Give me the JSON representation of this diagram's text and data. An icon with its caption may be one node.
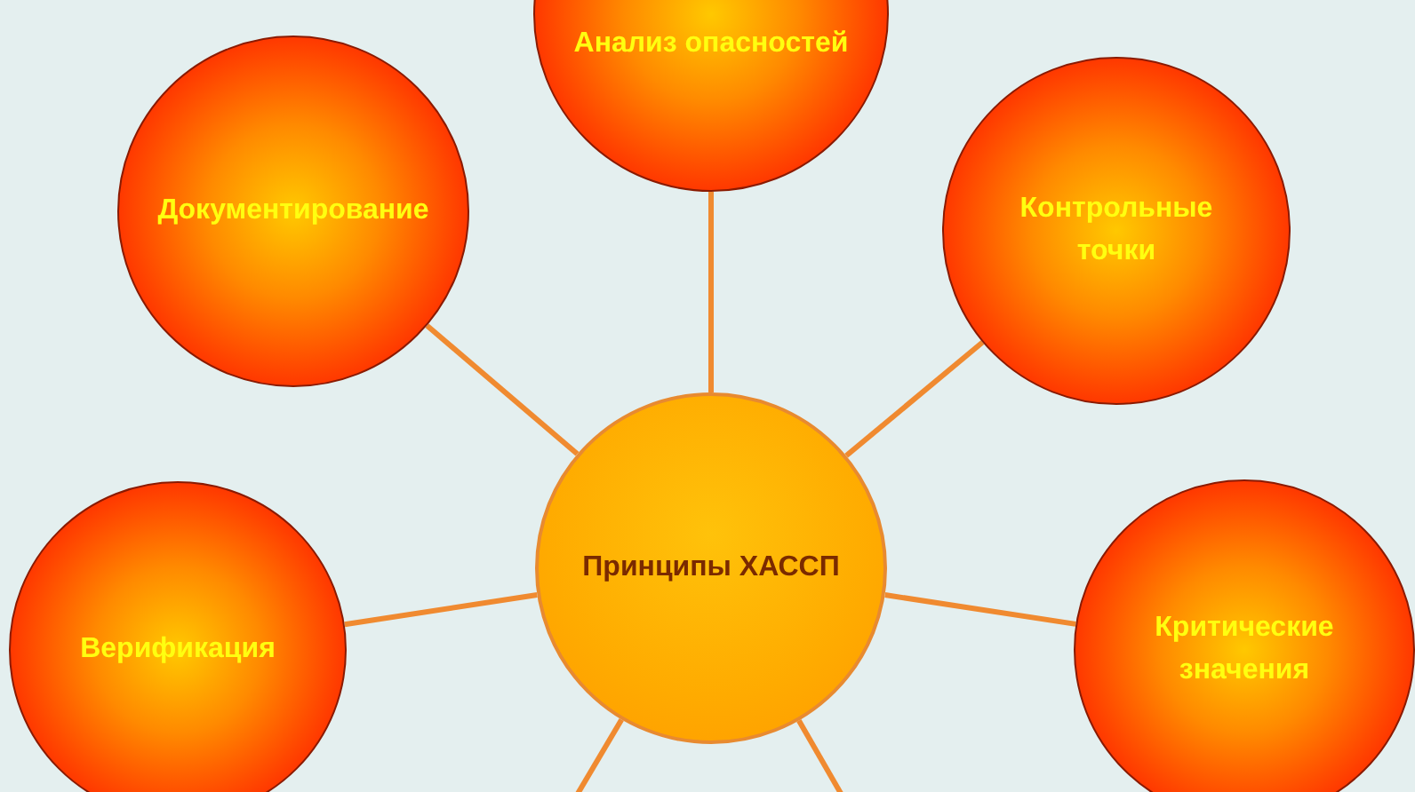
{
  "diagram": {
    "nodes": [
      {
        "text": [
          "Анализ опасностей"
        ]
      },
      {
        "text": [
          "Документирование"
        ]
      },
      {
        "text": [
          "Контрольные точки"
        ]
      },
      {
        "text": [
          "Принципы ХАССП"
        ]
      },
      {
        "text": [
          "Верификация"
        ]
      },
      {
        "text": [
          "Критические значения"
        ]
      }
    ],
    "edges": [
      {
        "from": 3,
        "to": 0,
        "arrow": "none"
      },
      {
        "from": 3,
        "to": 1,
        "arrow": "none"
      },
      {
        "from": 3,
        "to": 2,
        "arrow": "none"
      },
      {
        "from": 3,
        "to": 4,
        "arrow": "none"
      },
      {
        "from": 3,
        "to": 5,
        "arrow": "none"
      },
      {
        "from": 3,
        "to": null,
        "arrow": "none"
      },
      {
        "from": 3,
        "to": null,
        "arrow": "none"
      }
    ]
  }
}
